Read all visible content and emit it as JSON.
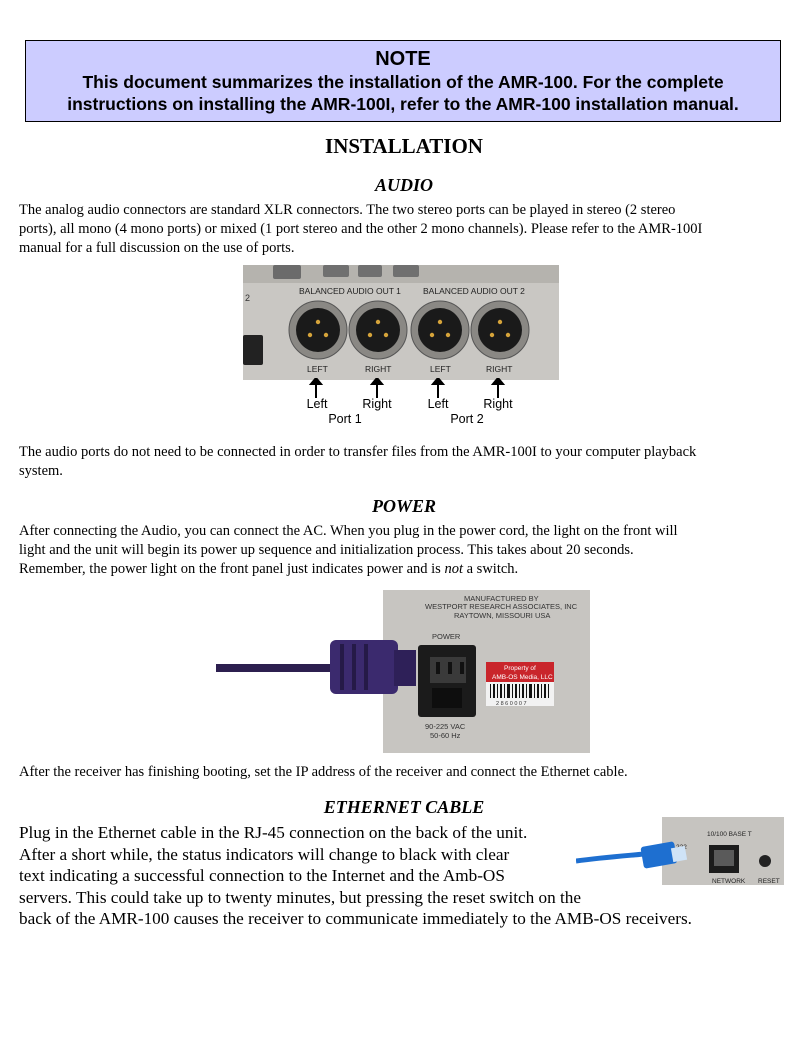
{
  "note": {
    "title": "NOTE",
    "line1": "This document summarizes the installation of the AMR-100. For the complete",
    "line2": "instructions on installing the AMR-100I, refer to the AMR-100 installation manual."
  },
  "installation": {
    "title": "INSTALLATION"
  },
  "audio": {
    "title": "AUDIO",
    "p1": [
      "The analog audio connectors are standard XLR connectors. The two stereo ports can be played in stereo (2 stereo",
      "ports), all mono (4 mono ports) or mixed (1 port stereo and the other 2 mono channels). Please refer to the AMR-100I",
      "manual for a full discussion on the use of ports."
    ],
    "photo": {
      "row_num": "2",
      "label1": "BALANCED AUDIO OUT 1",
      "label2": "BALANCED AUDIO OUT 2",
      "left": "LEFT",
      "right": "RIGHT"
    },
    "captions": {
      "left": "Left",
      "right": "Right",
      "port1": "Port 1",
      "port2": "Port 2"
    },
    "p2": [
      "The audio ports do not need to be connected in order to transfer files from the AMR-100I to your computer playback",
      "system."
    ]
  },
  "power": {
    "title": "POWER",
    "p1": [
      "After connecting the Audio, you can connect the AC. When you plug in the power cord, the light on the front will",
      "light and the unit will begin its power up sequence and initialization process. This takes about 20 seconds."
    ],
    "p1_line3_pre": "Remember, the power light on the front panel just indicates power and is ",
    "p1_line3_em": "not",
    "p1_line3_post": " a switch.",
    "photo": {
      "mfg1": "MANUFACTURED BY",
      "mfg2": "WESTPORT RESEARCH ASSOCIATES, INC",
      "mfg3": "RAYTOWN, MISSOURI  USA",
      "power_label": "POWER",
      "tag1": "Property of",
      "tag2": "AMB-OS Media, LLC",
      "barcode_num": "2 8 6 0 0 0 7",
      "volt1": "90-225 VAC",
      "volt2": "50-60 Hz"
    },
    "p2": "After the receiver has finishing booting, set the IP address of the receiver and connect the Ethernet cable."
  },
  "ethernet": {
    "title": "ETHERNET CABLE",
    "lines": [
      "Plug in the Ethernet cable in the RJ-45 connection on the back of the unit.",
      "After a short while, the status indicators will change to black with clear",
      "text indicating a successful connection to the Internet and the Amb-OS",
      "servers. This could take up to twenty minutes, but pressing the reset switch on the",
      "back of the AMR-100 causes the receiver to communicate immediately to the AMB-OS receivers."
    ],
    "photo": {
      "base": "10/100 BASE T",
      "rs": "232",
      "network": "NETWORK",
      "reset": "RESET"
    }
  }
}
